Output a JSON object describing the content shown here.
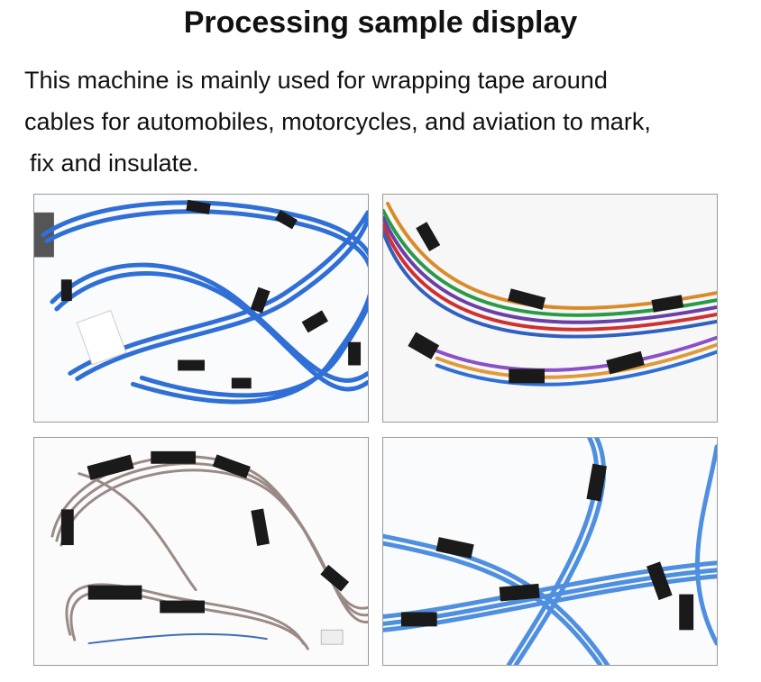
{
  "heading": "Processing sample display",
  "description": {
    "line1": "This machine is mainly used for wrapping tape around",
    "line2": "cables for automobiles, motorcycles, and aviation to mark,",
    "line3": "fix and insulate."
  },
  "colors": {
    "blue_wire": "#2f6fd6",
    "tape": "#1a1a1a",
    "light_blue_wire": "#4f8fe0"
  }
}
